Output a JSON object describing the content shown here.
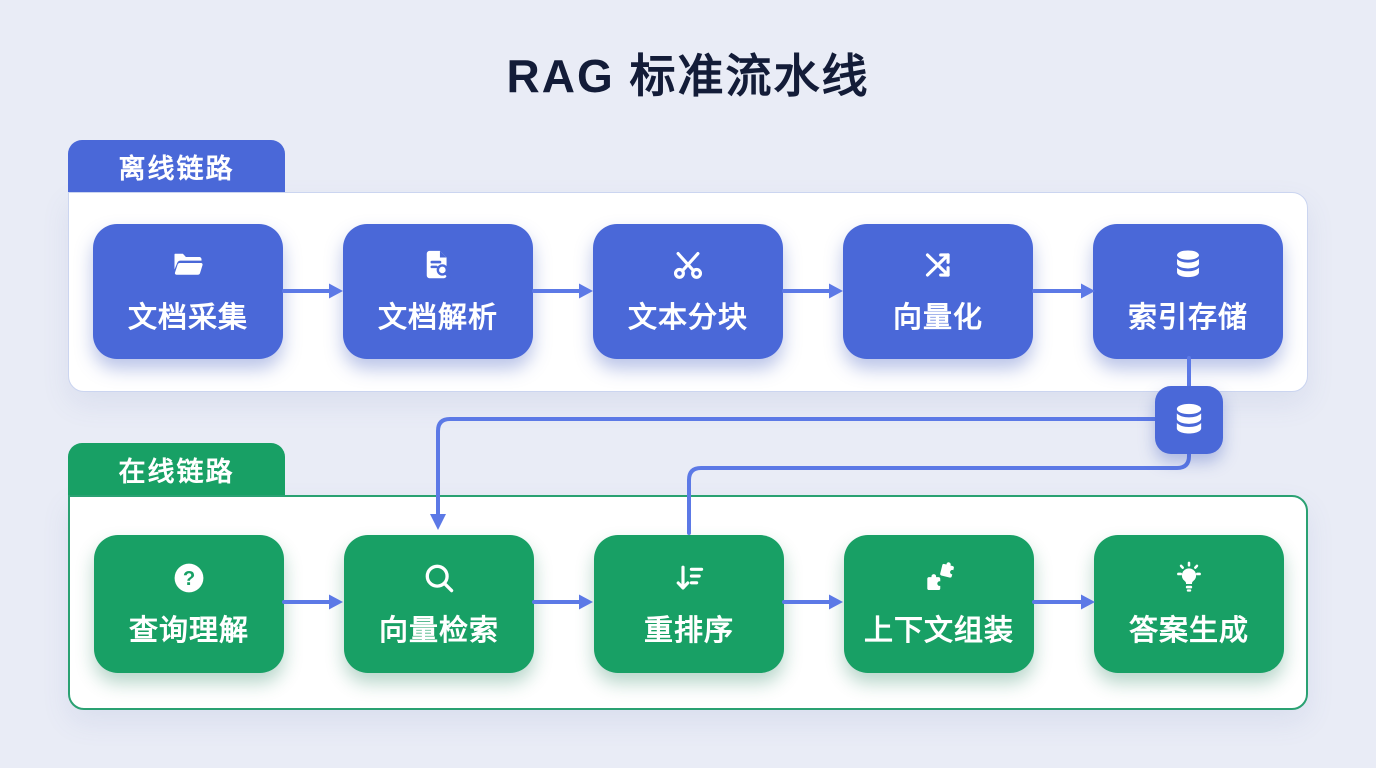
{
  "title": "RAG 标准流水线",
  "colors": {
    "background": "#E9ECF6",
    "offline_accent": "#4A68D8",
    "online_accent": "#18A065",
    "connector": "#5C79E6",
    "title_text": "#131C38",
    "offline_card_border": "#CBD5F0",
    "online_card_border": "#2AA172"
  },
  "lanes": [
    {
      "id": "offline",
      "label": "离线链路",
      "nodes": [
        {
          "label": "文档采集",
          "icon": "folder-open-icon"
        },
        {
          "label": "文档解析",
          "icon": "document-search-icon"
        },
        {
          "label": "文本分块",
          "icon": "scissors-icon"
        },
        {
          "label": "向量化",
          "icon": "vector-arrows-icon"
        },
        {
          "label": "索引存储",
          "icon": "database-icon"
        }
      ]
    },
    {
      "id": "online",
      "label": "在线链路",
      "nodes": [
        {
          "label": "查询理解",
          "icon": "question-circle-icon"
        },
        {
          "label": "向量检索",
          "icon": "search-icon"
        },
        {
          "label": "重排序",
          "icon": "sort-descending-icon"
        },
        {
          "label": "上下文组装",
          "icon": "puzzle-icon"
        },
        {
          "label": "答案生成",
          "icon": "lightbulb-icon"
        }
      ]
    }
  ],
  "connectors": {
    "store_relay_icon": "database-icon",
    "flow": [
      "索引存储 -> 向量存储节点",
      "向量存储节点 -> 向量检索",
      "向量存储节点 -> 重排序"
    ]
  }
}
